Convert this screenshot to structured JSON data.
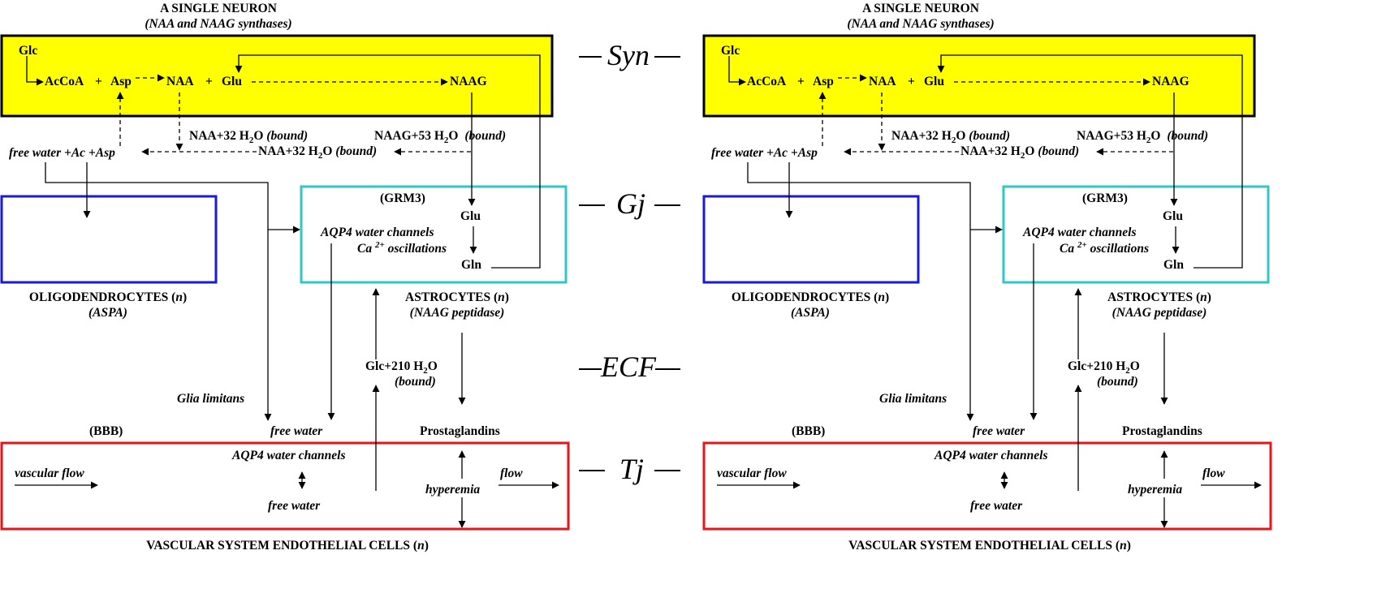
{
  "diagram": {
    "panels": [
      {
        "neuron_title": "A SINGLE NEURON",
        "neuron_subtitle": "(NAA and NAAG synthases)",
        "glc": "Glc",
        "acetyl_coa": "AcCoA",
        "plus": "+",
        "asp": "Asp",
        "naa": "NAA",
        "glu": "Glu",
        "naag": "NAAG",
        "naa_water_a": "NAA+32 H",
        "naa_water_b": "O",
        "bound": "(bound)",
        "naag_water_a": "NAAG+53 H",
        "naag_water_b": "O",
        "sub_2": "2",
        "free_water_ac_asp": "free water +Ac +Asp",
        "grm3": "(GRM3)",
        "glu_astro": "Glu",
        "aqp4_astro": "AQP4 water channels",
        "ca": "Ca",
        "ca_sup": "2+",
        "oscillations": "oscillations",
        "gln": "Gln",
        "oligo_label": "OLIGODENDROCYTES (",
        "n": "n",
        "close_paren": ")",
        "aspa": "(ASPA)",
        "astro_label": "ASTROCYTES (",
        "naag_peptidase": "(NAAG peptidase)",
        "glc_water_a": "Glc+210 H",
        "glc_water_b": "O",
        "glia_limitans": "Glia limitans",
        "free_water": "free water",
        "bbb": "(BBB)",
        "prostaglandins": "Prostaglandins",
        "aqp4_vascular": "AQP4 water channels",
        "vascular_flow": "vascular flow",
        "hyperemia": "hyperemia",
        "flow": "flow",
        "free_water_bottom": "free water",
        "vascular_label": "VASCULAR SYSTEM ENDOTHELIAL CELLS ("
      },
      {
        "neuron_title": "A SINGLE NEURON",
        "neuron_subtitle": "(NAA and NAAG synthases)",
        "glc": "Glc",
        "acetyl_coa": "AcCoA",
        "plus": "+",
        "asp": "Asp",
        "naa": "NAA",
        "glu": "Glu",
        "naag": "NAAG",
        "naa_water_a": "NAA+32 H",
        "naa_water_b": "O",
        "bound": "(bound)",
        "naag_water_a": "NAAG+53 H",
        "naag_water_b": "O",
        "sub_2": "2",
        "free_water_ac_asp": "free water +Ac +Asp",
        "grm3": "(GRM3)",
        "glu_astro": "Glu",
        "aqp4_astro": "AQP4 water channels",
        "ca": "Ca",
        "ca_sup": "2+",
        "oscillations": "oscillations",
        "gln": "Gln",
        "oligo_label": "OLIGODENDROCYTES (",
        "n": "n",
        "close_paren": ")",
        "aspa": "(ASPA)",
        "astro_label": "ASTROCYTES (",
        "naag_peptidase": "(NAAG peptidase)",
        "glc_water_a": "Glc+210 H",
        "glc_water_b": "O",
        "glia_limitans": "Glia limitans",
        "free_water": "free water",
        "bbb": "(BBB)",
        "prostaglandins": "Prostaglandins",
        "aqp4_vascular": "AQP4 water channels",
        "vascular_flow": "vascular flow",
        "hyperemia": "hyperemia",
        "flow": "flow",
        "free_water_bottom": "free water",
        "vascular_label": "VASCULAR SYSTEM ENDOTHELIAL CELLS ("
      }
    ],
    "junctions": {
      "synapse": "Syn",
      "gap_junction": "Gj",
      "extracellular_fluid": "ECF",
      "tight_junction": "Tj"
    },
    "colors": {
      "neuron_fill": "#ffff00",
      "neuron_border": "#000000",
      "oligodendrocyte_border": "#1a1ad6",
      "astrocyte_border": "#33c6c6",
      "vascular_border": "#e8141a"
    }
  }
}
